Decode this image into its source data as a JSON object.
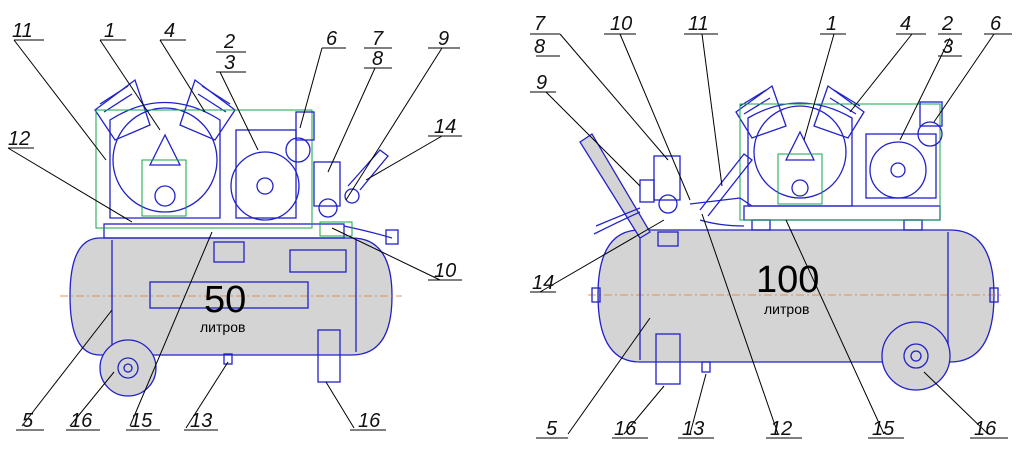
{
  "left_unit": {
    "capacity_value": "50",
    "capacity_unit": "литров",
    "callouts": [
      "11",
      "1",
      "4",
      "2",
      "3",
      "6",
      "7",
      "8",
      "9",
      "12",
      "14",
      "10",
      "5",
      "16",
      "15",
      "13",
      "16"
    ]
  },
  "right_unit": {
    "capacity_value": "100",
    "capacity_unit": "литров",
    "callouts": [
      "7",
      "8",
      "10",
      "11",
      "1",
      "4",
      "2",
      "3",
      "6",
      "9",
      "14",
      "5",
      "16",
      "13",
      "12",
      "15",
      "16"
    ]
  },
  "colors": {
    "outline": "#2121c8",
    "highlight": "#16a34a",
    "tank_fill": "#d4d4d4",
    "centerline": "#e07a2a"
  }
}
